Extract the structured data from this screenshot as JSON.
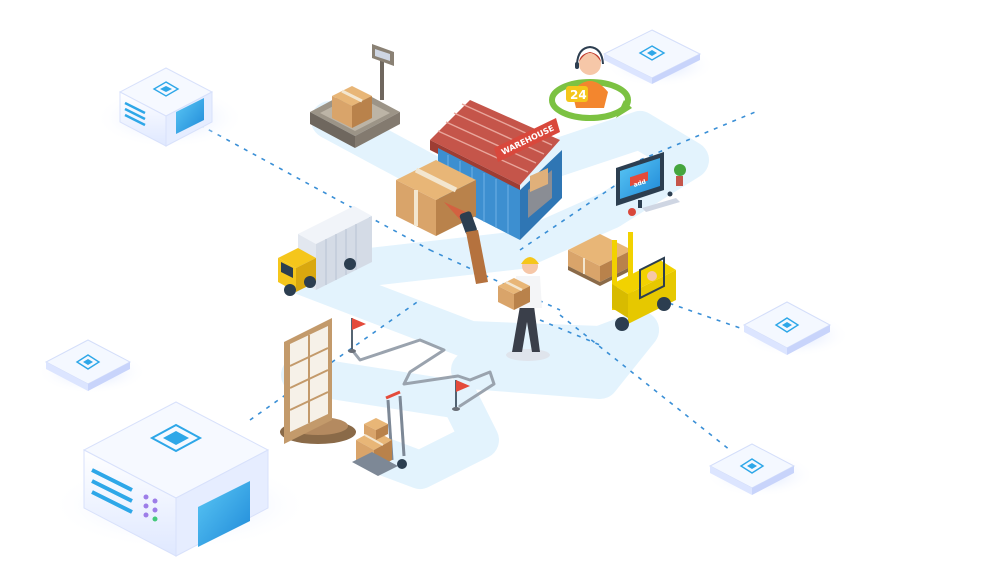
{
  "labels": {
    "warehouse_sign": "WAREHOUSE",
    "support_badge": "24",
    "monitor_button": "add"
  },
  "colors": {
    "path": "#e3f3fd",
    "path_edge": "#cfe9fb",
    "dashed_line": "#3a8fd6",
    "node_top": "#f4f8ff",
    "node_glow": "#c8d8ff",
    "accent_blue": "#2ea7e8",
    "box": "#d9a46a",
    "box_dark": "#b9824b",
    "truck_yellow": "#f5c61b",
    "forklift_yellow": "#f2d200",
    "roof_red": "#c5554a",
    "warehouse_wall": "#3d8fd0",
    "support_orange": "#f3862e",
    "ring_green": "#7cc242",
    "flag_red": "#e44b3b"
  }
}
